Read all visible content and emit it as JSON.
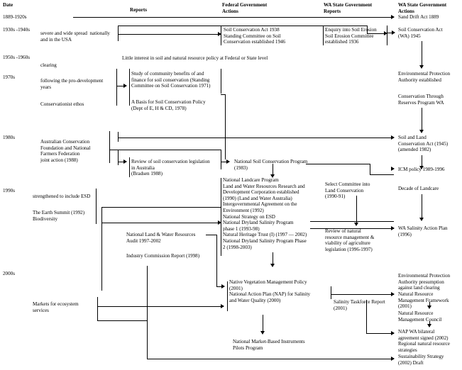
{
  "figure": {
    "type": "timeline-flowchart",
    "title": "Soil and natural resource policy timeline (Australia / Western Australia)"
  },
  "headers": {
    "date": "Date",
    "reports": "Reports",
    "federal_actions": "Federal Government\nActions",
    "wa_reports": "WA State Government\nReports",
    "wa_actions": "WA State Government\nActions"
  },
  "dates": [
    {
      "label": "1889-1920s"
    },
    {
      "label": "1930s -1940s"
    },
    {
      "label": "1950s -1960s"
    },
    {
      "label": "1970s"
    },
    {
      "label": "1980s"
    },
    {
      "label": "1990s"
    },
    {
      "label": "2000s"
    }
  ],
  "context": {
    "c1889_sand_drift": "Sand Drift Act 1889",
    "c1930_severe": "severe and wide spread  nationally\nand in the USA",
    "c1950_clearing": "clearing",
    "c1970_prodev": "following the pro-development\nyears",
    "c1970_ethos": "Conservationist ethos",
    "c1980_acf": "Australian Conservation\nFoundation and National\nFarmers Federation\njoint action (1988)",
    "c1990_esd": "strengthened to include ESD",
    "c1990_earth_summit": "The Earth Summit (1992)\nBiodiversity",
    "c2000_markets": "Markets for ecosystem\nservices"
  },
  "reports": {
    "little_interest": "Little interest in soil and natural resource policy at Federal or State level",
    "study_community": "Study of community benefits of and\nfinance for soil conservation (Standing\nCommittee on Soil Conservation 1971)",
    "basis_policy": "A Basis for Soil Conservation Policy\n(Dept of E, H & CD, 1978)",
    "review_legislation": "Review of soil conservation legislation\nin Australia\n(Bradsen 1988)",
    "national_land_water_audit": "National Land & Water Resources\nAudit 1997-2002",
    "industry_commission": "Industry Commission Report (1998)"
  },
  "federal_actions": {
    "soil_cons_act_1938": "Soil Conservation Act 1938\nStanding Committee on Soil\nConservation established 1946",
    "national_soil_cons_program": "National Soil Conservation Program\n(1983)",
    "nineties_block": "National Landcare Program\nLand and Water Resources Research and\nDevelopment Corporation established\n(1990) (Land and Water Australia)\nIntergovernmental Agreement on the\nEnvironment (1992)\nNational Strategy on ESD\nNational Dryland Salinity Program\nphase 1 (1993-98)\nNatural Heritage Trust (I) (1997 — 2002)\nNational Dryland Salinity Program Phase\n2 (1998-2003)",
    "native_veg_nap": "Native Vegetation Management Policy\n(2001)\nNational Action Plan (NAP) for Salinity\nand Water Quality (2000)",
    "mbi_pilots": "National Market-Based Instruments\nPilots Program"
  },
  "wa_reports": {
    "enquiry_soil_erosion": "Enquiry into Soil Erosion\nSoil Erosion Committee\nestablished 1936",
    "select_committee": "Select Committee into\nLand Conservation\n(1990-91)",
    "review_natural_resource": "Review of natural\nresource management &\nviability of agriculture\nlegislation (1996-1997)",
    "salinity_taskforce": "Salinity Taskforce Report\n(2001)"
  },
  "wa_actions": {
    "soil_cons_act_wa_1945": "Soil Conservation Act\n(WA) 1945",
    "epa_established": "Environmental Protection\nAuthority established",
    "conservation_reserves": "Conservation Through\nReserves Program WA",
    "soil_land_cons_act": "Soil and Land\nConservation Act (1945)\n(amended 1982)",
    "icm_policy": "ICM policy 1989-1996",
    "decade_landcare": "Decade of Landcare",
    "wa_salinity_action_plan": "WA Salinity Action Plan\n(1996)",
    "epa_presumption": "Environmental Protection\nAuthority presumption\nagainst land clearing",
    "nrm_framework": "Natural Resource\nManagement Framework\n(2001)",
    "nrm_council": "Natural Resource\nManagement Council",
    "nap_wa_bilateral": "NAP WA bilateral\nagreement signed (2002)\nRegional natural resource\nstrategies",
    "sustainability_strategy": "Sustainability Strategy\n(2002) Draft"
  },
  "colors": {
    "line": "#000000",
    "background": "#ffffff",
    "text": "#000000"
  }
}
